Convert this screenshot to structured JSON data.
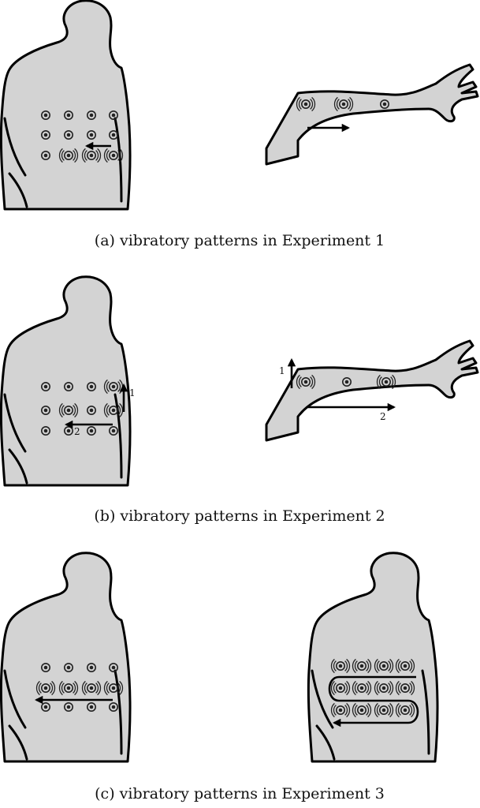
{
  "captions": {
    "a": "(a) vibratory patterns in Experiment 1",
    "b": "(b) vibratory patterns in Experiment 2",
    "c": "(c) vibratory patterns in Experiment 3"
  },
  "labels": {
    "step_one": "1",
    "step_two": "2"
  },
  "colors": {
    "skin": "#d3d3d3",
    "outline": "#000000"
  }
}
